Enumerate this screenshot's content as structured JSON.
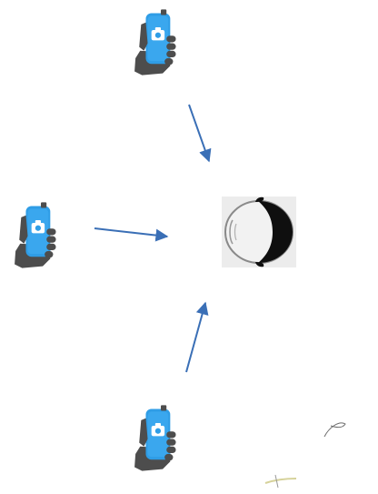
{
  "diagram": {
    "phones": [
      {
        "id": "top",
        "icon": "camera-icon"
      },
      {
        "id": "left",
        "icon": "camera-icon"
      },
      {
        "id": "bottom",
        "icon": "camera-icon"
      }
    ],
    "subject": {
      "icon": "head-top-view-icon"
    },
    "arrows": [
      {
        "id": "top-arrow"
      },
      {
        "id": "left-arrow"
      },
      {
        "id": "bottom-arrow"
      }
    ],
    "colors": {
      "phone_body": "#2f9de6",
      "phone_dark": "#1f7fc4",
      "hand": "#4d4d4d",
      "hand_dark": "#3f3f3f",
      "arrow": "#3a6fb6",
      "head_hair": "#0f0f0f",
      "head_skin": "#f2f2f2",
      "head_bg": "#ececec"
    }
  }
}
